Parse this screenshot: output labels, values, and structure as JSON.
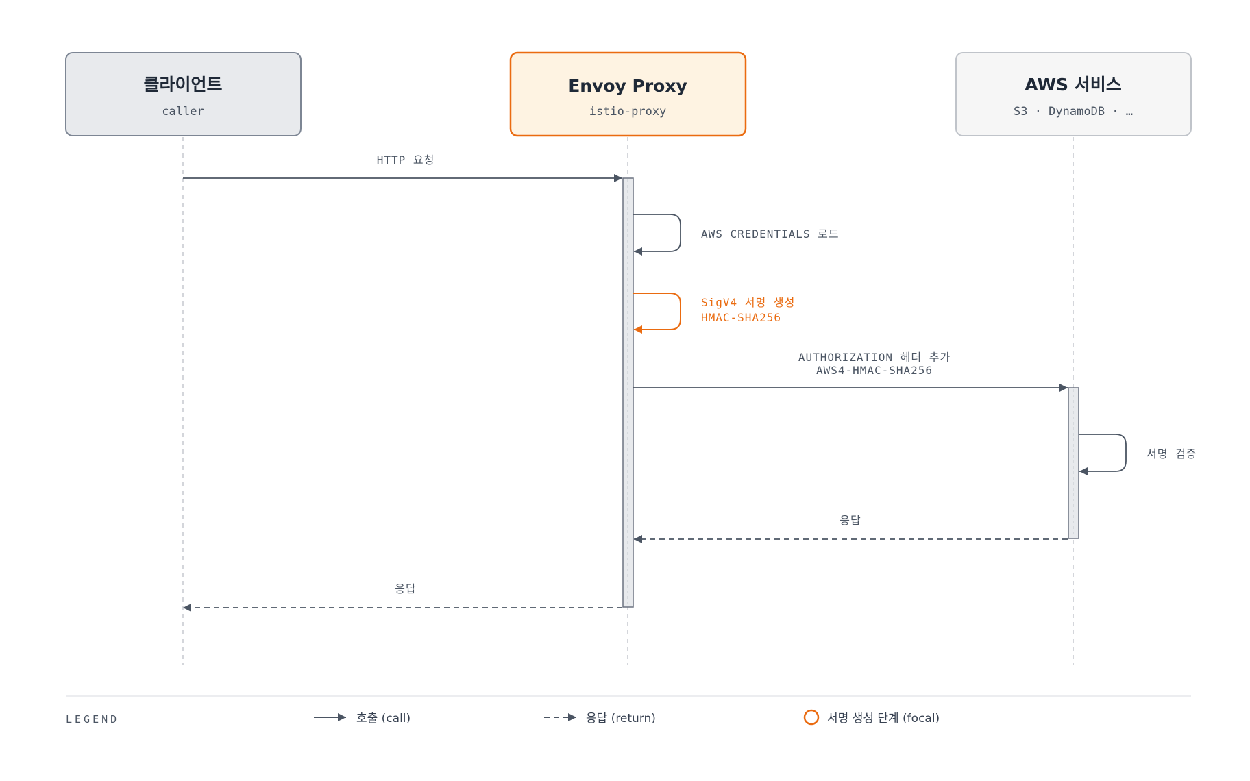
{
  "actors": [
    {
      "title": "클라이언트",
      "subtitle": "caller"
    },
    {
      "title": "Envoy Proxy",
      "subtitle": "istio-proxy"
    },
    {
      "title": "AWS 서비스",
      "subtitle": "S3 · DynamoDB · …"
    }
  ],
  "messages": {
    "http_request": "HTTP 요청",
    "load_credentials": "AWS CREDENTIALS 로드",
    "sigv4_line1": "SigV4 서명 생성",
    "sigv4_line2": "HMAC-SHA256",
    "auth_header_line1": "AUTHORIZATION 헤더 추가",
    "auth_header_line2": "AWS4-HMAC-SHA256",
    "verify_signature": "서명 검증",
    "aws_response": "응답",
    "client_response": "응답"
  },
  "legend": {
    "title": "LEGEND",
    "call": "호출 (call)",
    "return": "응답 (return)",
    "focal": "서명 생성 단계 (focal)"
  },
  "colors": {
    "accent": "#ea6b10",
    "stroke": "#4b5563",
    "client_fill": "#e8eaed",
    "proxy_fill": "#fef3e2",
    "aws_fill": "#f6f6f6"
  }
}
